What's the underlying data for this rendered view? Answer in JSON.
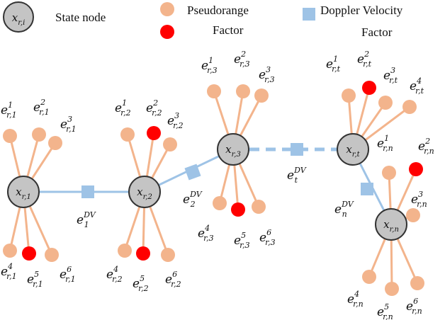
{
  "colors": {
    "state_fill": "#c4c4c4",
    "state_stroke": "#333333",
    "pseudo_fill": "#f3b48c",
    "pseudo_highlight": "#ff0000",
    "doppler_fill": "#9ec3e6",
    "pseudo_edge": "#f3b48c",
    "doppler_edge": "#9ec3e6"
  },
  "legend": {
    "state_label": "State node",
    "state_symbol": "x",
    "state_sub": "r,i",
    "pseudo_label_line1": "Pseudorange",
    "pseudo_label_line2": "Factor",
    "doppler_label_line1": "Doppler Velocity",
    "doppler_label_line2": "Factor"
  },
  "graph": {
    "states": [
      {
        "id": "s1",
        "symbol": "x",
        "sub": "r,1"
      },
      {
        "id": "s2",
        "symbol": "x",
        "sub": "r,2"
      },
      {
        "id": "s3",
        "symbol": "x",
        "sub": "r,3"
      },
      {
        "id": "st",
        "symbol": "x",
        "sub": "r,t"
      },
      {
        "id": "sn",
        "symbol": "x",
        "sub": "r,n"
      }
    ],
    "doppler_factors": [
      {
        "id": "d1",
        "from": "s1",
        "to": "s2",
        "sup": "DV",
        "sub": "1"
      },
      {
        "id": "d2",
        "from": "s2",
        "to": "s3",
        "sup": "DV",
        "sub": "2"
      },
      {
        "id": "dt",
        "from": "s3",
        "to": "st",
        "sup": "DV",
        "sub": "t",
        "dashed": true
      },
      {
        "id": "dn",
        "from": "st",
        "to": "sn",
        "sup": "DV",
        "sub": "n"
      }
    ],
    "pseudorange_factors": [
      {
        "state": "s1",
        "sup": "1",
        "sub": "r,1",
        "highlight": false
      },
      {
        "state": "s1",
        "sup": "2",
        "sub": "r,1",
        "highlight": false
      },
      {
        "state": "s1",
        "sup": "3",
        "sub": "r,1",
        "highlight": false
      },
      {
        "state": "s1",
        "sup": "4",
        "sub": "r,1",
        "highlight": false
      },
      {
        "state": "s1",
        "sup": "5",
        "sub": "r,1",
        "highlight": true
      },
      {
        "state": "s1",
        "sup": "6",
        "sub": "r,1",
        "highlight": false
      },
      {
        "state": "s2",
        "sup": "1",
        "sub": "r,2",
        "highlight": false
      },
      {
        "state": "s2",
        "sup": "2",
        "sub": "r,2",
        "highlight": true
      },
      {
        "state": "s2",
        "sup": "3",
        "sub": "r,2",
        "highlight": false
      },
      {
        "state": "s2",
        "sup": "4",
        "sub": "r,2",
        "highlight": false
      },
      {
        "state": "s2",
        "sup": "5",
        "sub": "r,2",
        "highlight": true
      },
      {
        "state": "s2",
        "sup": "6",
        "sub": "r,2",
        "highlight": false
      },
      {
        "state": "s3",
        "sup": "1",
        "sub": "r,3",
        "highlight": false
      },
      {
        "state": "s3",
        "sup": "2",
        "sub": "r,3",
        "highlight": false
      },
      {
        "state": "s3",
        "sup": "3",
        "sub": "r,3",
        "highlight": false
      },
      {
        "state": "s3",
        "sup": "4",
        "sub": "r,3",
        "highlight": false
      },
      {
        "state": "s3",
        "sup": "5",
        "sub": "r,3",
        "highlight": true
      },
      {
        "state": "s3",
        "sup": "6",
        "sub": "r,3",
        "highlight": false
      },
      {
        "state": "st",
        "sup": "1",
        "sub": "r,t",
        "highlight": false
      },
      {
        "state": "st",
        "sup": "2",
        "sub": "r,t",
        "highlight": true
      },
      {
        "state": "st",
        "sup": "3",
        "sub": "r,t",
        "highlight": false
      },
      {
        "state": "st",
        "sup": "4",
        "sub": "r,t",
        "highlight": false
      },
      {
        "state": "sn",
        "sup": "1",
        "sub": "r,n",
        "highlight": false
      },
      {
        "state": "sn",
        "sup": "2",
        "sub": "r,n",
        "highlight": true
      },
      {
        "state": "sn",
        "sup": "3",
        "sub": "r,n",
        "highlight": false
      },
      {
        "state": "sn",
        "sup": "4",
        "sub": "r,n",
        "highlight": false
      },
      {
        "state": "sn",
        "sup": "5",
        "sub": "r,n",
        "highlight": false
      },
      {
        "state": "sn",
        "sup": "6",
        "sub": "r,n",
        "highlight": false
      }
    ],
    "factor_symbol": "e"
  }
}
